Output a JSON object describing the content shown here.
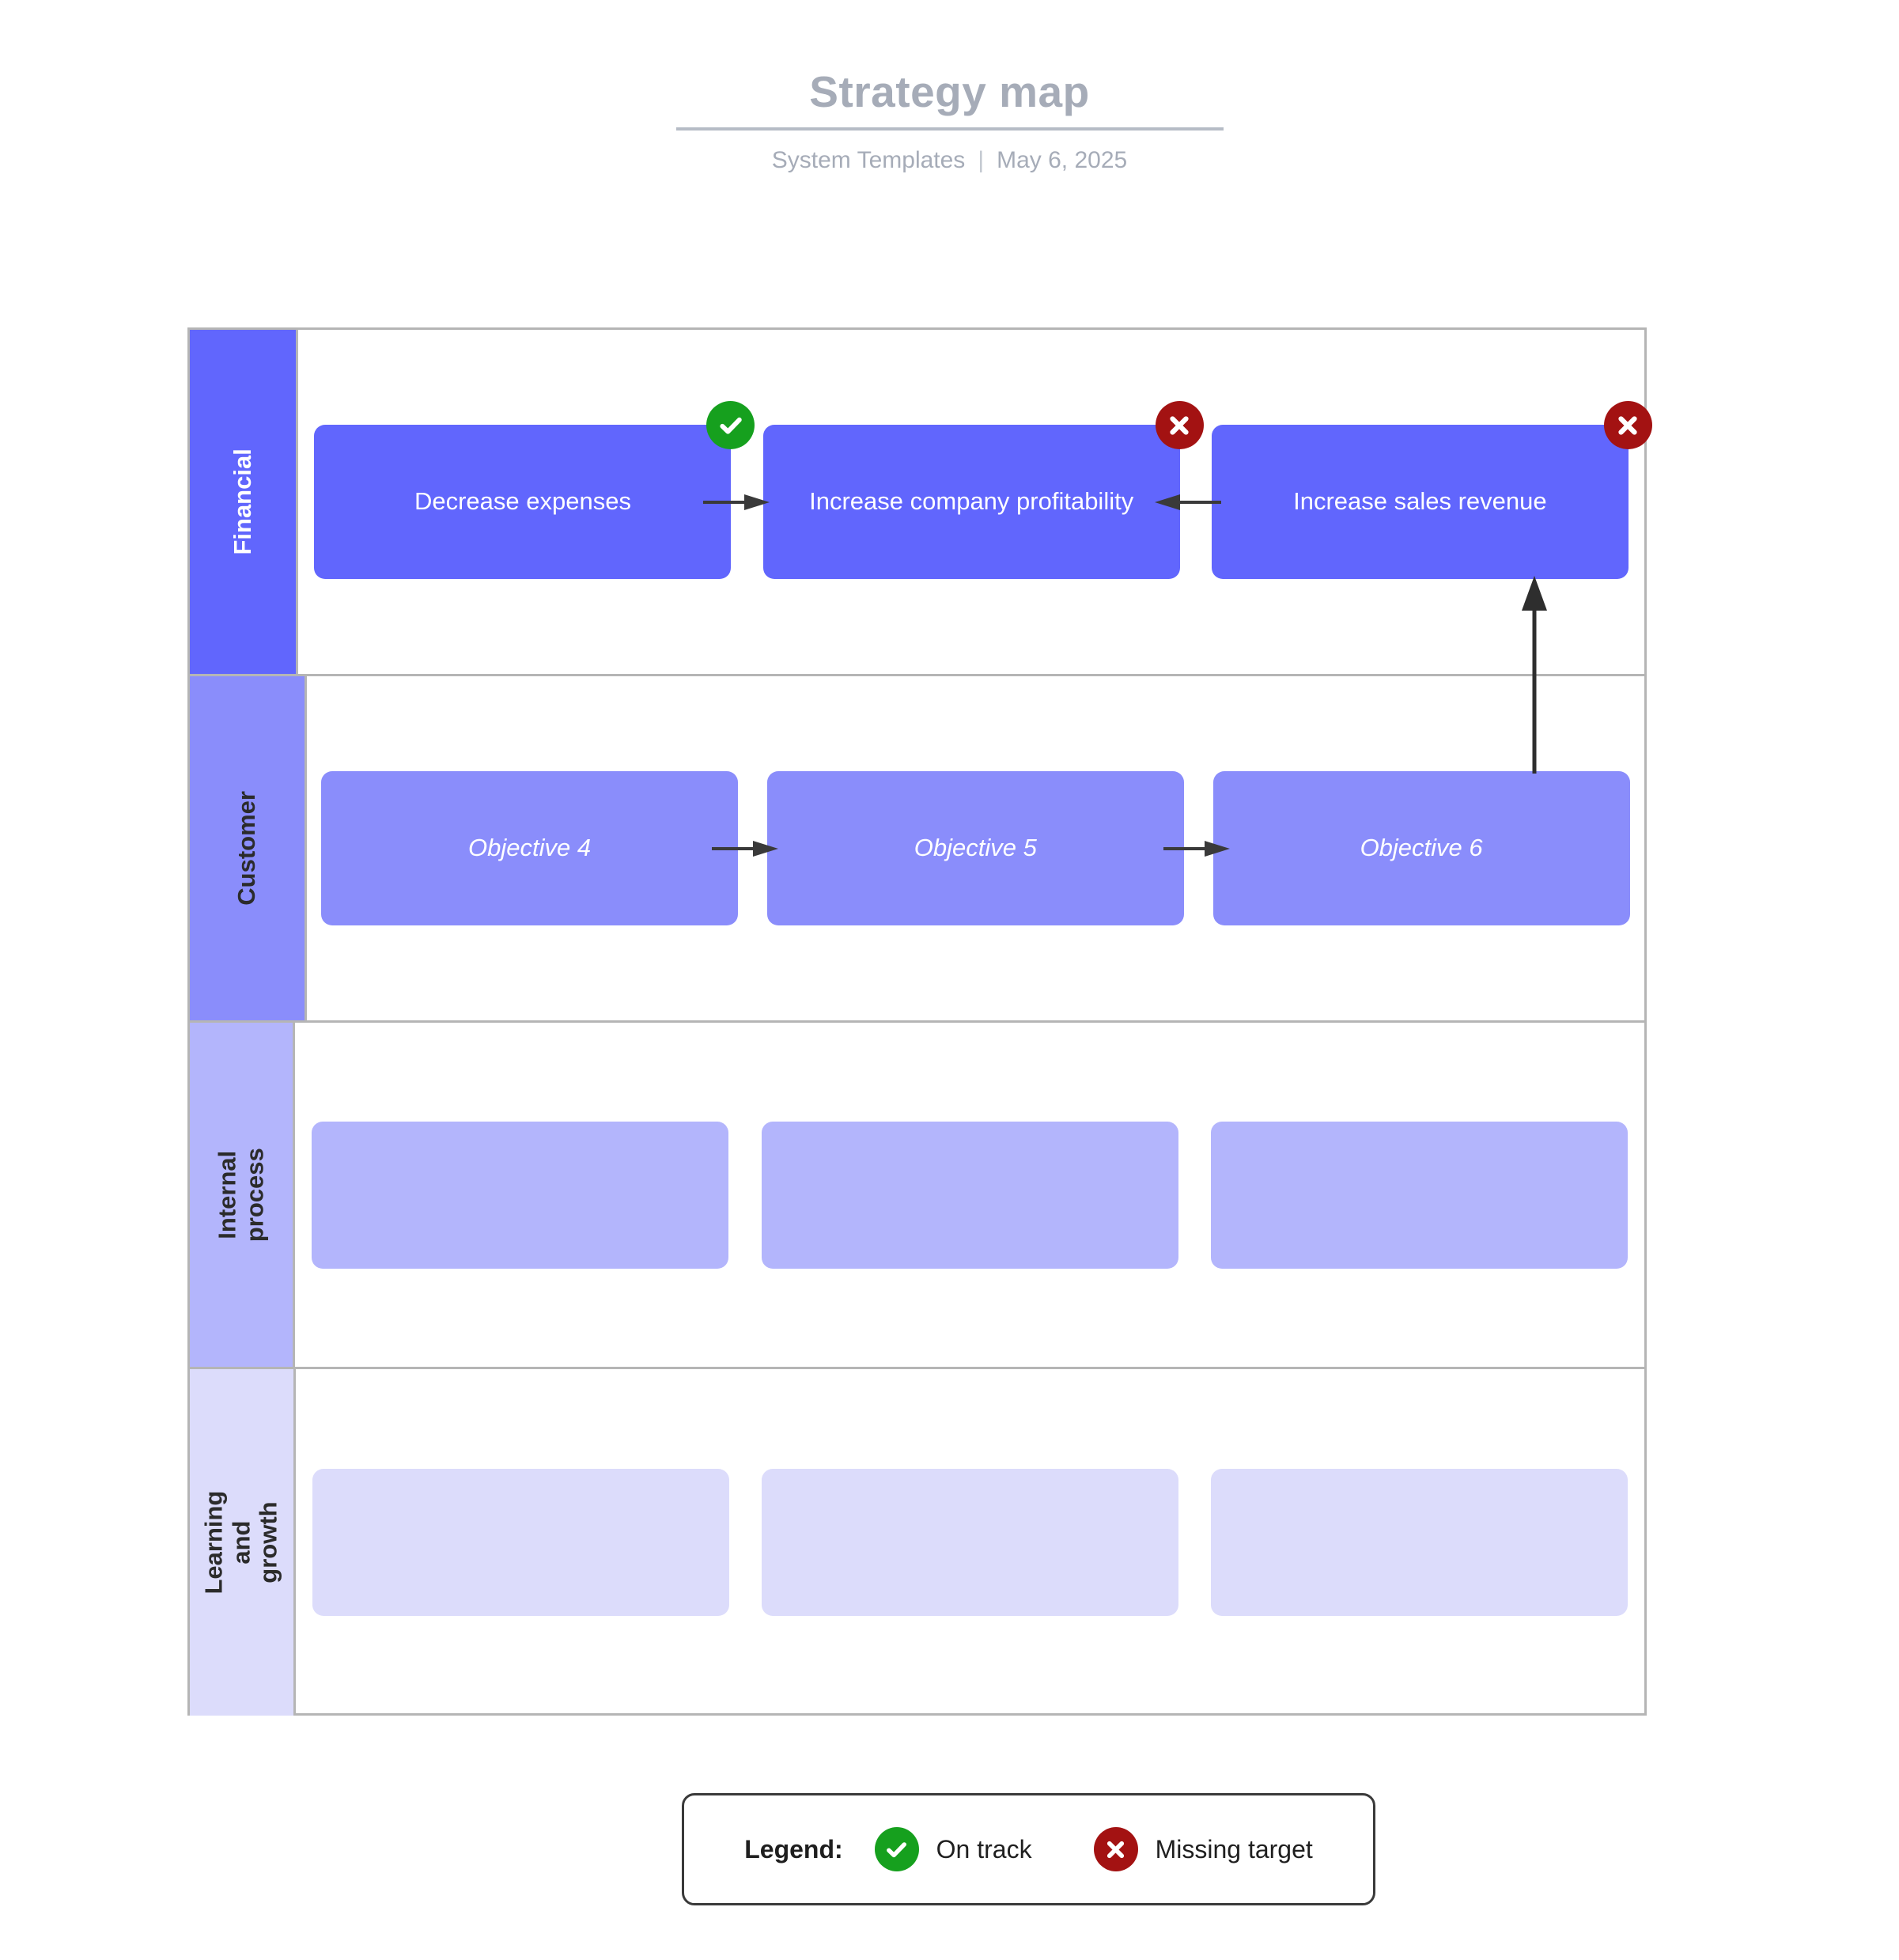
{
  "header": {
    "title": "Strategy map",
    "source": "System Templates",
    "separator": "|",
    "date": "May 6, 2025"
  },
  "legend": {
    "title": "Legend:",
    "items": [
      {
        "status": "on-track",
        "label": "On track",
        "color": "#16a01e",
        "icon": "check-icon"
      },
      {
        "status": "missing-target",
        "label": "Missing target",
        "color": "#a31212",
        "icon": "x-icon"
      }
    ]
  },
  "colors": {
    "financial": "#6166fd",
    "customer": "#8a8dfb",
    "internal_process": "#b3b5fc",
    "learning_growth": "#dcdcfb",
    "on_track": "#16a01e",
    "missing_target": "#a31212",
    "grid_border": "#b5b5b5",
    "title_text": "#a6acb8"
  },
  "rows": [
    {
      "perspective": "Financial",
      "nodes": [
        {
          "label": "Decrease expenses",
          "status": "on-track",
          "placeholder": false
        },
        {
          "label": "Increase company profitability",
          "status": "missing-target",
          "placeholder": false
        },
        {
          "label": "Increase sales revenue",
          "status": "missing-target",
          "placeholder": false
        }
      ]
    },
    {
      "perspective": "Customer",
      "nodes": [
        {
          "label": "Objective 4",
          "status": "none",
          "placeholder": true
        },
        {
          "label": "Objective 5",
          "status": "none",
          "placeholder": true
        },
        {
          "label": "Objective 6",
          "status": "none",
          "placeholder": true
        }
      ]
    },
    {
      "perspective": "Internal process",
      "nodes": [
        {
          "label": "",
          "status": "none",
          "placeholder": true
        },
        {
          "label": "",
          "status": "none",
          "placeholder": true
        },
        {
          "label": "",
          "status": "none",
          "placeholder": true
        }
      ]
    },
    {
      "perspective": "Learning and\ngrowth",
      "nodes": [
        {
          "label": "",
          "status": "none",
          "placeholder": true
        },
        {
          "label": "",
          "status": "none",
          "placeholder": true
        },
        {
          "label": "",
          "status": "none",
          "placeholder": true
        }
      ]
    }
  ],
  "connections": [
    {
      "from": "Decrease expenses",
      "to": "Increase company profitability",
      "direction": "right"
    },
    {
      "from": "Increase sales revenue",
      "to": "Increase company profitability",
      "direction": "left"
    },
    {
      "from": "Objective 4",
      "to": "Objective 5",
      "direction": "right"
    },
    {
      "from": "Objective 5",
      "to": "Objective 6",
      "direction": "right"
    },
    {
      "from": "Objective 6",
      "to": "Increase sales revenue",
      "direction": "up"
    }
  ]
}
